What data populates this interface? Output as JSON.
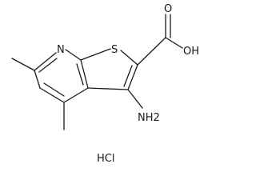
{
  "molecule": {
    "atoms": {
      "n_ring": "N",
      "s_ring": "S",
      "carbonyl_o": "O",
      "hydroxyl": "OH",
      "amino": "NH2",
      "salt": "HCl"
    }
  }
}
